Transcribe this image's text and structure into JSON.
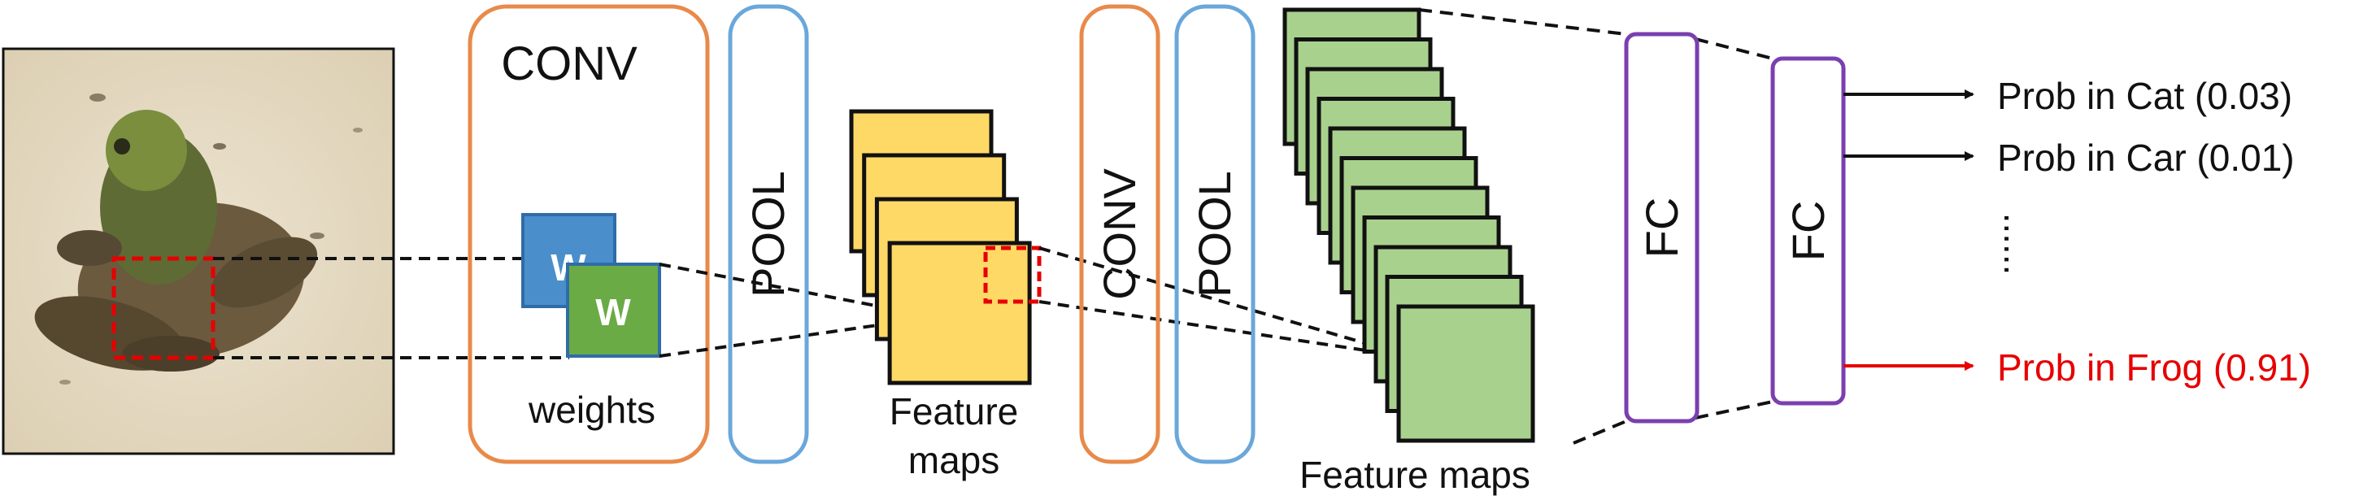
{
  "colors": {
    "conv_border": "#E88A4A",
    "pool_border": "#6AA7DB",
    "feature_map_yellow": "#FFD966",
    "feature_map_green": "#A9D18E",
    "weight_blue": "#4A8FCC",
    "weight_green": "#6AAB45",
    "fc_border": "#7A3FB0",
    "highlight_red": "#E60000",
    "text": "#111111"
  },
  "input_image": {
    "subject": "frog photo"
  },
  "conv1": {
    "title": "CONV",
    "weight_label_back": "W",
    "weight_label_front": "W",
    "caption": "weights"
  },
  "pool1": {
    "label": "POOL"
  },
  "feature_maps_1": {
    "count": 4,
    "caption_line1": "Feature",
    "caption_line2": "maps"
  },
  "conv2": {
    "label": "CONV"
  },
  "pool2": {
    "label": "POOL"
  },
  "feature_maps_2": {
    "count": 11,
    "caption": "Feature maps"
  },
  "fc_layers": [
    {
      "label": "FC"
    },
    {
      "label": "FC"
    }
  ],
  "outputs": [
    {
      "label": "Prob in Cat (0.03)",
      "highlight": false
    },
    {
      "label": "Prob in Car (0.01)",
      "highlight": false
    },
    {
      "label": "......",
      "highlight": false
    },
    {
      "label": "Prob in Frog (0.91)",
      "highlight": true
    }
  ]
}
